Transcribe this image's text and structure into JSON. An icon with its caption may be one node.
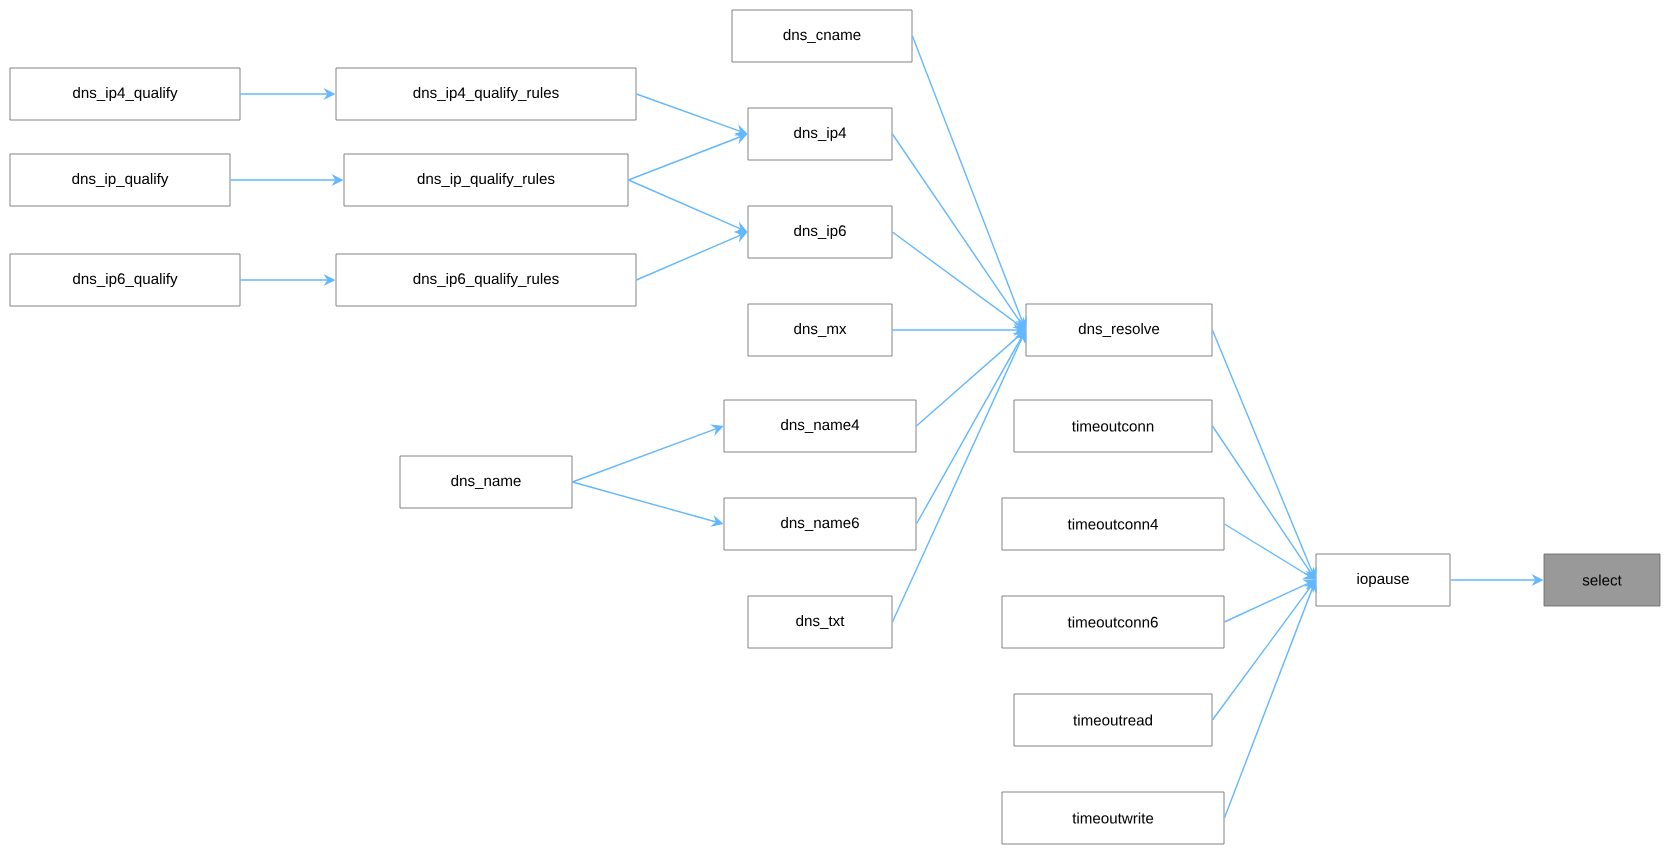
{
  "diagram": {
    "nodes": [
      {
        "text": [
          "dns_ip4_qualify"
        ]
      },
      {
        "text": [
          "dns_ip4_qualify_rules"
        ]
      },
      {
        "text": [
          "dns_ip_qualify"
        ]
      },
      {
        "text": [
          "dns_ip_qualify_rules"
        ]
      },
      {
        "text": [
          "dns_ip6_qualify"
        ]
      },
      {
        "text": [
          "dns_ip6_qualify_rules"
        ]
      },
      {
        "text": [
          "dns_cname"
        ]
      },
      {
        "text": [
          "dns_ip4"
        ]
      },
      {
        "text": [
          "dns_ip6"
        ]
      },
      {
        "text": [
          "dns_mx"
        ]
      },
      {
        "text": [
          "dns_name4"
        ]
      },
      {
        "text": [
          "dns_name"
        ]
      },
      {
        "text": [
          "dns_name6"
        ]
      },
      {
        "text": [
          "dns_txt"
        ]
      },
      {
        "text": [
          "dns_resolve"
        ]
      },
      {
        "text": [
          "timeoutconn"
        ]
      },
      {
        "text": [
          "timeoutconn4"
        ]
      },
      {
        "text": [
          "timeoutconn6"
        ]
      },
      {
        "text": [
          "timeoutread"
        ]
      },
      {
        "text": [
          "timeoutwrite"
        ]
      },
      {
        "text": [
          "iopause"
        ]
      },
      {
        "text": [
          "select"
        ]
      }
    ],
    "edges": [
      {
        "from": 0,
        "to": 1,
        "arrow": "to"
      },
      {
        "from": 1,
        "to": 7,
        "arrow": "to"
      },
      {
        "from": 2,
        "to": 3,
        "arrow": "to"
      },
      {
        "from": 3,
        "to": 7,
        "arrow": "to"
      },
      {
        "from": 3,
        "to": 8,
        "arrow": "to"
      },
      {
        "from": 4,
        "to": 5,
        "arrow": "to"
      },
      {
        "from": 5,
        "to": 8,
        "arrow": "to"
      },
      {
        "from": 6,
        "to": 14,
        "arrow": "to"
      },
      {
        "from": 7,
        "to": 14,
        "arrow": "to"
      },
      {
        "from": 8,
        "to": 14,
        "arrow": "to"
      },
      {
        "from": 9,
        "to": 14,
        "arrow": "to"
      },
      {
        "from": 10,
        "to": 14,
        "arrow": "to"
      },
      {
        "from": 11,
        "to": 10,
        "arrow": "to"
      },
      {
        "from": 11,
        "to": 12,
        "arrow": "to"
      },
      {
        "from": 12,
        "to": 14,
        "arrow": "to"
      },
      {
        "from": 13,
        "to": 14,
        "arrow": "to"
      },
      {
        "from": 14,
        "to": 20,
        "arrow": "to"
      },
      {
        "from": 15,
        "to": 20,
        "arrow": "to"
      },
      {
        "from": 16,
        "to": 20,
        "arrow": "to"
      },
      {
        "from": 17,
        "to": 20,
        "arrow": "to"
      },
      {
        "from": 18,
        "to": 20,
        "arrow": "to"
      },
      {
        "from": 19,
        "to": 20,
        "arrow": "to"
      },
      {
        "from": 20,
        "to": 21,
        "arrow": "to"
      }
    ]
  }
}
